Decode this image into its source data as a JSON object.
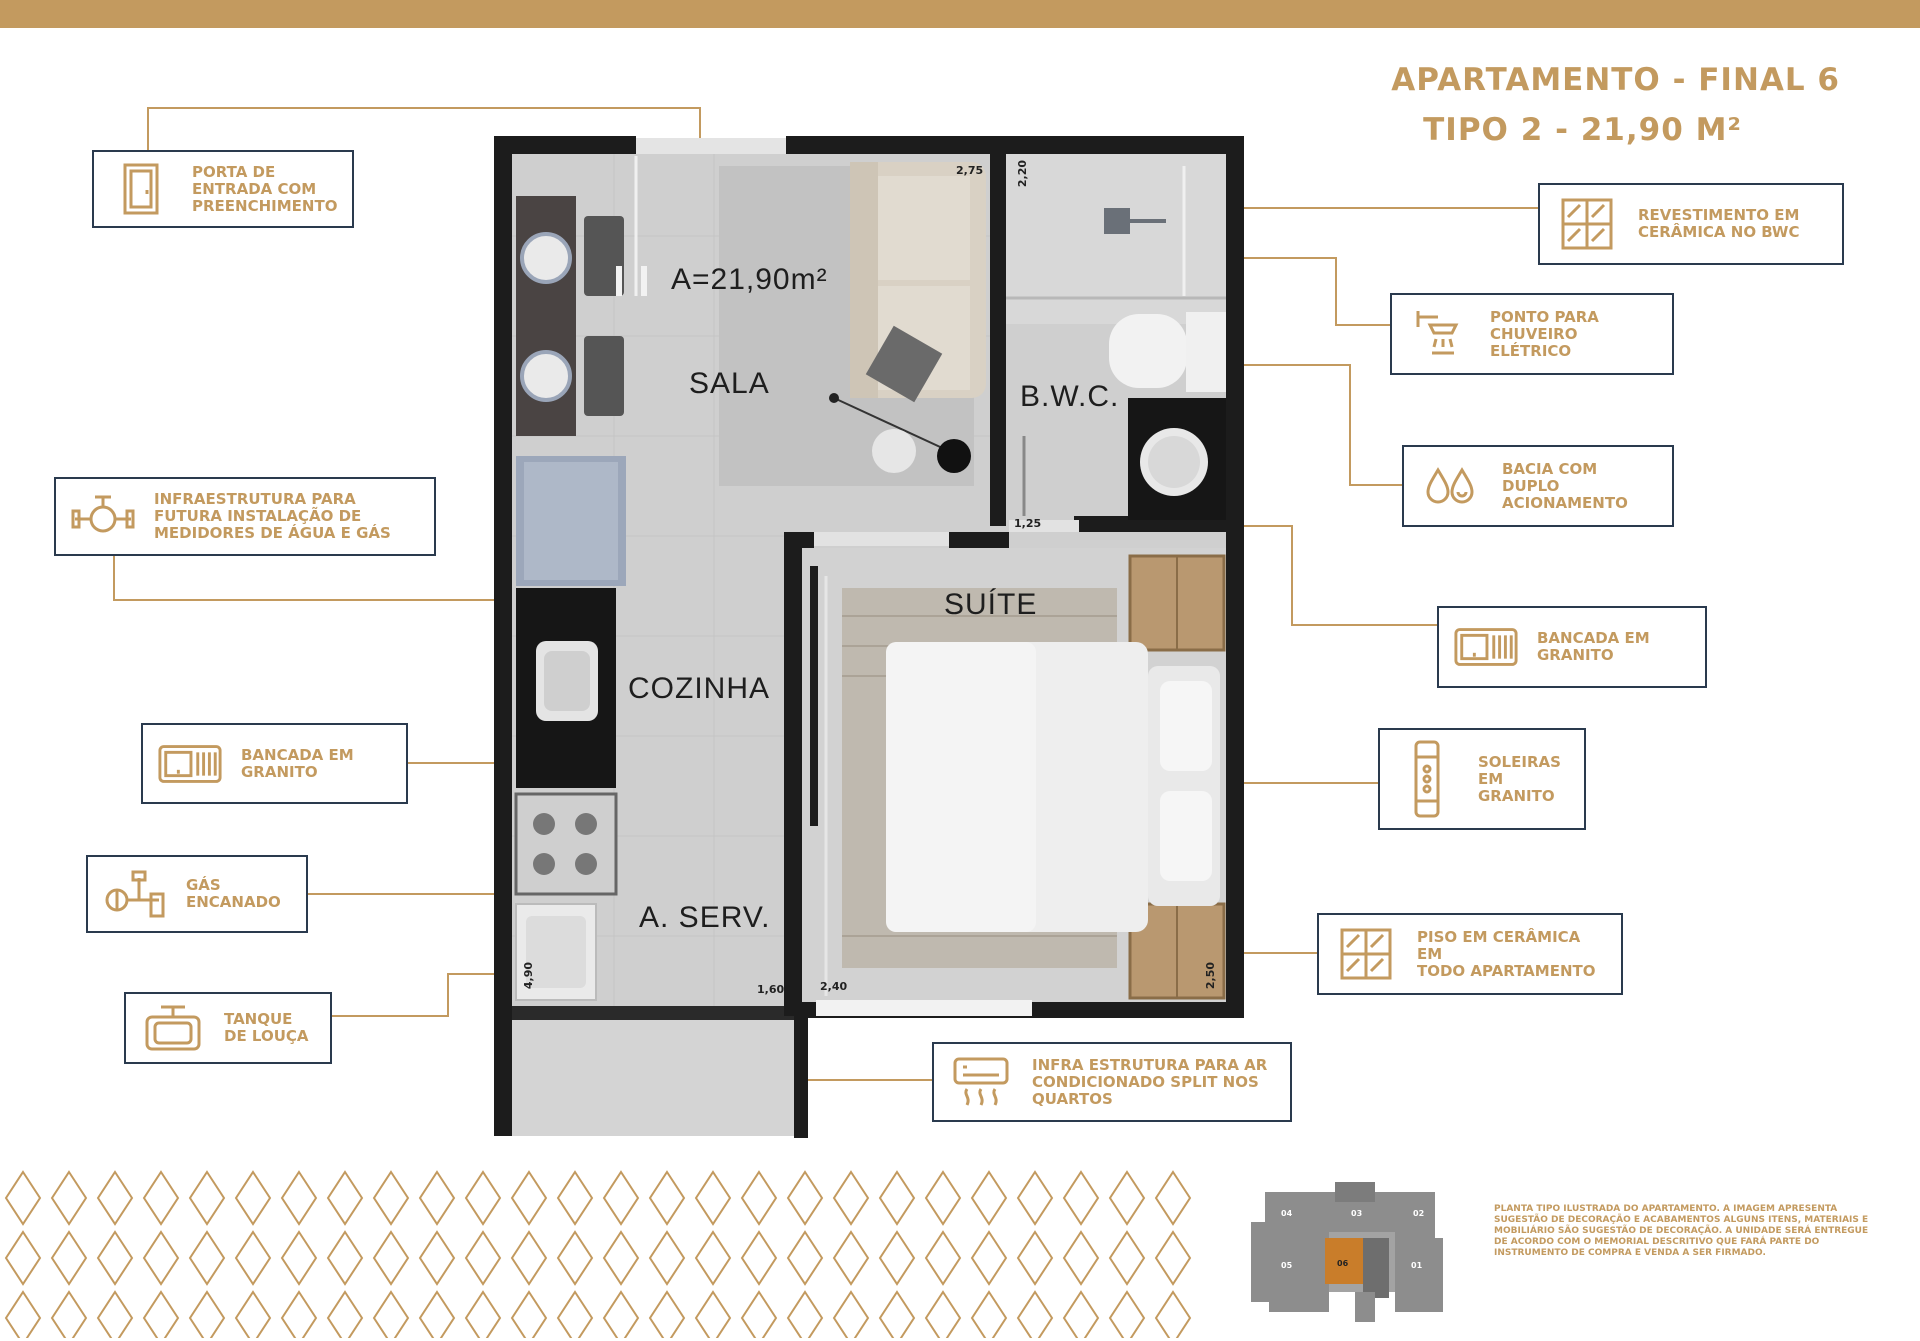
{
  "header": {
    "title_line1": "APARTAMENTO - FINAL 6",
    "title_line2": "TIPO 2 - 21,90 M²"
  },
  "colors": {
    "accent": "#c39a5f",
    "box_border": "#2a3a4e",
    "wall": "#1c1c1c",
    "floor": "#cfcfcf"
  },
  "features": {
    "porta": "PORTA DE\nENTRADA COM\nPREENCHIMENTO",
    "infraestrutura": "INFRAESTRUTURA PARA\nFUTURA INSTALAÇÃO DE\nMEDIDORES DE ÁGUA E GÁS",
    "bancada_cozinha": "BANCADA EM\nGRANITO",
    "gas": "GÁS\nENCANADO",
    "tanque": "TANQUE\nDE LOUÇA",
    "revestimento": "REVESTIMENTO EM\nCERÂMICA NO BWC",
    "chuveiro": "PONTO PARA\nCHUVEIRO ELÉTRICO",
    "bacia": "BACIA COM DUPLO\nACIONAMENTO",
    "bancada_bwc": "BANCADA EM\nGRANITO",
    "soleiras": "SOLEIRAS\nEM GRANITO",
    "piso": "PISO EM CERÂMICA EM\nTODO APARTAMENTO",
    "ar": "INFRA ESTRUTURA PARA AR\nCONDICIONADO SPLIT NOS\nQUARTOS"
  },
  "icons": {
    "porta": "door-icon",
    "infraestrutura": "meter-valve-icon",
    "bancada_cozinha": "countertop-icon",
    "gas": "gas-pipe-icon",
    "tanque": "sink-icon",
    "revestimento": "tile-grid-icon",
    "chuveiro": "shower-icon",
    "bacia": "water-drops-icon",
    "bancada_bwc": "countertop-icon",
    "soleiras": "threshold-icon",
    "piso": "tile-grid-icon",
    "ar": "air-conditioner-icon"
  },
  "plan": {
    "area": "A=21,90m²",
    "rooms": {
      "sala": "SALA",
      "bwc": "B.W.C.",
      "suite": "SUÍTE",
      "cozinha": "COZINHA",
      "aserv": "A. SERV."
    },
    "dims": {
      "d275": "2,75",
      "d220": "2,20",
      "d125": "1,25",
      "d160": "1,60",
      "d240": "2,40",
      "d250": "2,50",
      "d490": "4,90"
    }
  },
  "keymap": {
    "units": [
      "04",
      "03",
      "02",
      "05",
      "06",
      "01"
    ]
  },
  "disclaimer": "PLANTA TIPO ILUSTRADA DO APARTAMENTO. A IMAGEM APRESENTA SUGESTÃO DE DECORAÇÃO E ACABAMENTOS ALGUNS ITENS, MATERIAIS E MOBILIÁRIO SÃO SUGESTÃO DE DECORAÇÃO. A UNIDADE SERÁ ENTREGUE DE ACORDO COM O MEMORIAL DESCRITIVO QUE FARÁ PARTE DO INSTRUMENTO DE COMPRA E VENDA A SER FIRMADO."
}
